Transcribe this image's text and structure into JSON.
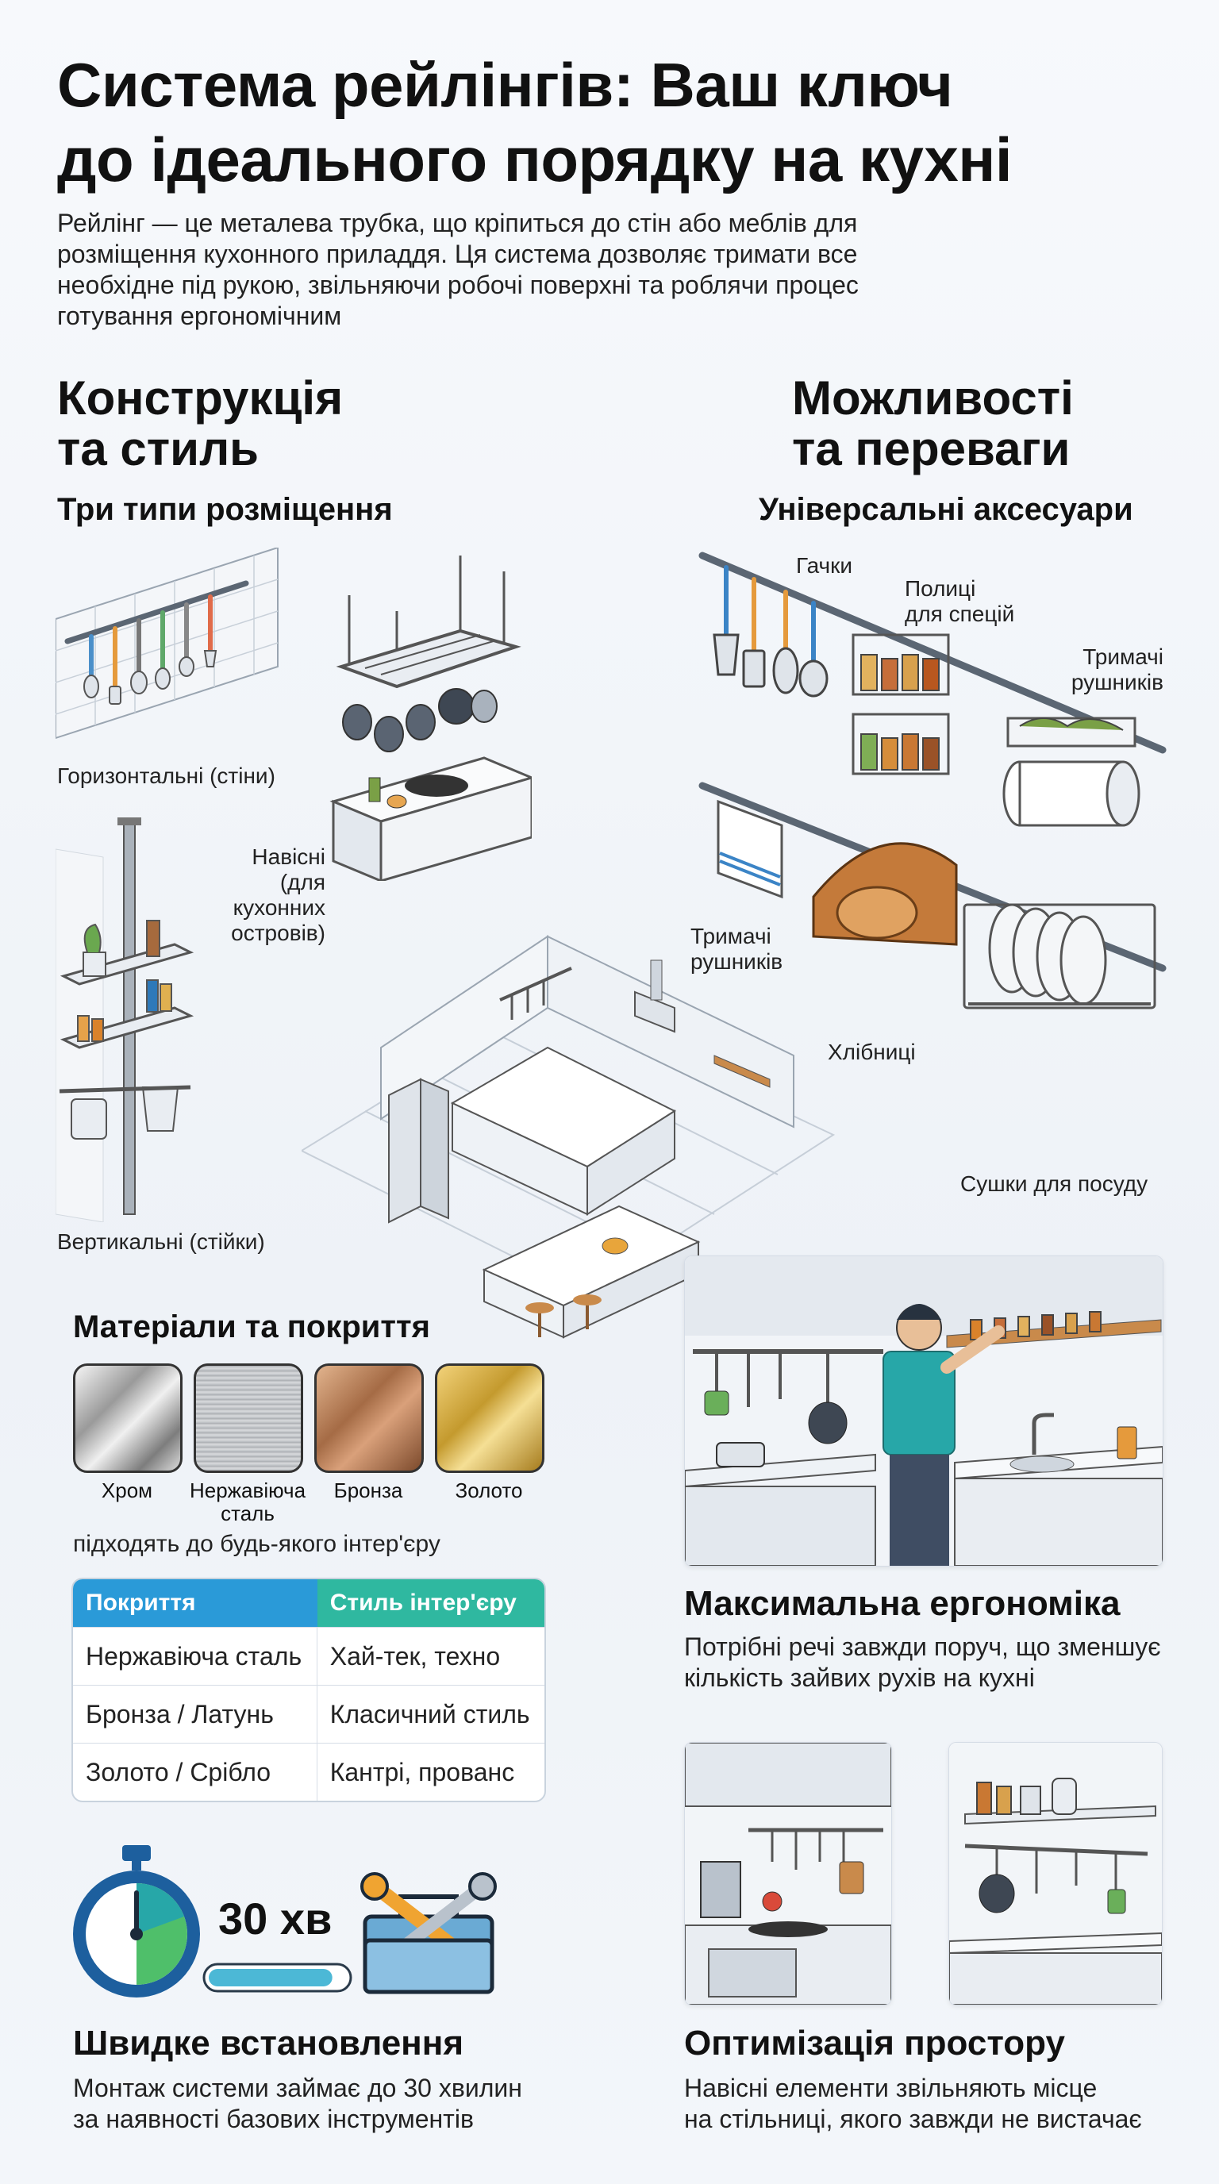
{
  "header": {
    "title_line1": "Система рейлінгів: Ваш ключ",
    "title_line2": "до ідеального порядку на кухні",
    "intro_lines": [
      "Рейлінг — це металева трубка, що кріпиться до стін або меблів для",
      "розміщення кухонного приладдя. Ця система дозволяє тримати все",
      "необхідне під рукою, звільняючи робочі поверхні та роблячи процес",
      "готування ергономічним"
    ]
  },
  "left": {
    "heading_line1": "Конструкція",
    "heading_line2": "та стиль",
    "subheading": "Три типи розміщення",
    "placement": {
      "horizontal": "Горизонтальні (стіни)",
      "hanging_line1": "Навісні",
      "hanging_line2": "(для кухонних",
      "hanging_line3": "островів)",
      "vertical": "Вертикальні (стійки)"
    },
    "materials": {
      "heading": "Матеріали та покриття",
      "items": [
        {
          "line1": "Хром",
          "line2": ""
        },
        {
          "line1": "Нержавіюча",
          "line2": "сталь"
        },
        {
          "line1": "Бронза",
          "line2": ""
        },
        {
          "line1": "Золото",
          "line2": ""
        }
      ],
      "note": "підходять до будь-якого інтер'єру"
    },
    "table": {
      "col1": "Покриття",
      "col2": "Стиль інтер'єру",
      "rows": [
        {
          "coating": "Нержавіюча сталь",
          "style": "Хай-тек, техно"
        },
        {
          "coating": "Бронза / Латунь",
          "style": "Класичний стиль"
        },
        {
          "coating": "Золото / Срібло",
          "style": "Кантрі, прованс"
        }
      ]
    },
    "install": {
      "time": "30 хв",
      "progress_pct": 90,
      "title": "Швидке встановлення",
      "text_line1": "Монтаж системи займає до 30 хвилин",
      "text_line2": "за наявності базових інструментів"
    }
  },
  "right": {
    "heading_line1": "Можливості",
    "heading_line2": "та переваги",
    "subheading": "Універсальні аксесуари",
    "accessories": {
      "hooks": "Гачки",
      "spice_line1": "Полиці",
      "spice_line2": "для спецій",
      "towel_top_line1": "Тримачі",
      "towel_top_line2": "рушників",
      "towel_left_line1": "Тримачі",
      "towel_left_line2": "рушників",
      "bread": "Хлібниці",
      "dish": "Сушки для посуду"
    },
    "ergonomics": {
      "title": "Максимальна ергономіка",
      "text_line1": "Потрібні речі завжди поруч, що зменшує",
      "text_line2": "кількість зайвих рухів на кухні"
    },
    "space": {
      "title": "Оптимізація простору",
      "text_line1": "Навісні елементи звільняють місце",
      "text_line2": "на стільниці, якого завжди не вистачає"
    }
  },
  "colors": {
    "accent_blue": "#2a9ad8",
    "accent_teal": "#2fb8a0",
    "chrome": "#c9cdd2",
    "steel": "#b9bcc0",
    "bronze": "#a56b45",
    "gold": "#c49a2e"
  }
}
